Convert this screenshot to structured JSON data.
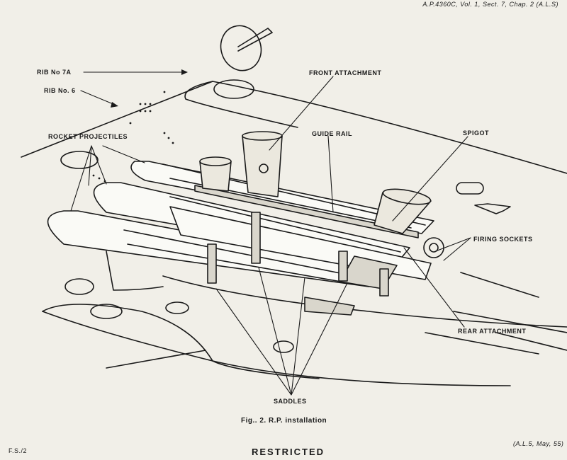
{
  "header": {
    "reference": "A.P.4360C, Vol. 1, Sect. 7, Chap. 2 (A.L.S)"
  },
  "labels": {
    "rib_7a": "RIB No 7A",
    "rib_6": "RIB No. 6",
    "rocket_projectiles": "ROCKET PROJECTILES",
    "front_attachment": "FRONT ATTACHMENT",
    "guide_rail": "GUIDE RAIL",
    "spigot": "SPIGOT",
    "firing_sockets": "FIRING SOCKETS",
    "rear_attachment": "REAR ATTACHMENT",
    "saddles": "SADDLES"
  },
  "caption": "Fig.. 2.  R.P. installation",
  "footer": {
    "left": "F.S./2",
    "center": "RESTRICTED",
    "right": "(A.L.5, May, 55)"
  }
}
